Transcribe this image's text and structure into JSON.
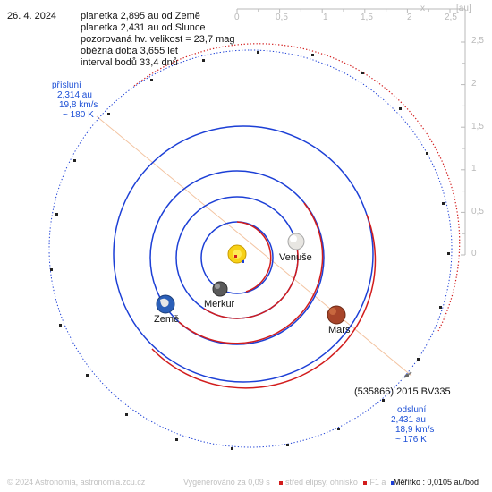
{
  "date": "26. 4. 2024",
  "info_lines": [
    "planetka 2,895 au od Země",
    "planetka 2,431 au od Slunce",
    "pozorovaná hv. velikost = 23,7 mag",
    "oběžná doba 3,655 let",
    "interval bodů 33,4 dnů"
  ],
  "x_axis": {
    "name": "x",
    "unit": "[au]",
    "ticks": [
      "0",
      "0,5",
      "1",
      "1,5",
      "2",
      "2,5"
    ]
  },
  "y_axis": {
    "ticks": [
      "2,5",
      "2",
      "1,5",
      "1",
      "0,5",
      "0"
    ]
  },
  "perihelion": {
    "title": "přísluní",
    "distance": "2,314 au",
    "speed": "19,8 km/s",
    "temp": "~ 180 K"
  },
  "aphelion": {
    "title": "odsluní",
    "distance": "2,431 au",
    "speed": "18,9 km/s",
    "temp": "~ 176 K"
  },
  "asteroid_name": "(535866) 2015 BV335",
  "planets": {
    "venus": "Venuše",
    "mercury": "Merkur",
    "earth": "Země",
    "mars": "Mars"
  },
  "footer": {
    "copyright": "© 2024 Astronomia, astronomia.zcu.cz",
    "generated": "Vygenerováno za 0,09 s",
    "legend_center": "střed elipsy, ohnisko",
    "legend_f1": "F1 a",
    "legend_f2": "F2",
    "scale": "Měřítko : 0,0105 au/bod"
  },
  "colors": {
    "orbit_blue": "#1c3fd6",
    "orbit_red": "#d21c1c",
    "line_of_apsides": "#f0b890",
    "axis": "#b9b9b9"
  }
}
